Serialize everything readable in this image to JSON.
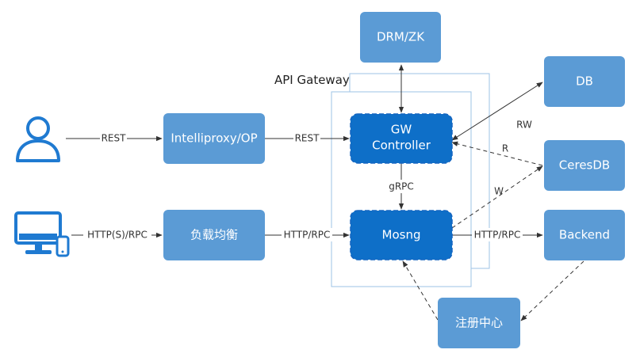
{
  "gateway": {
    "title": "API Gateway"
  },
  "nodes": {
    "drm": "DRM/ZK",
    "db": "DB",
    "intelliproxy": "Intelliproxy/OP",
    "gw_controller_line1": "GW",
    "gw_controller_line2": "Controller",
    "ceresdb": "CeresDB",
    "load_balancer": "负载均衡",
    "mosng": "Mosng",
    "backend": "Backend",
    "registry": "注册中心"
  },
  "edges": {
    "user_to_proxy": "REST",
    "proxy_to_gw": "REST",
    "client_to_lb": "HTTP(S)/RPC",
    "lb_to_mosng": "HTTP/RPC",
    "gw_to_mosng": "gRPC",
    "mosng_to_backend": "HTTP/RPC",
    "db_rw": "RW",
    "ceres_r": "R",
    "ceres_w": "W"
  },
  "colors": {
    "node_light": "#5b9bd5",
    "node_dark": "#0e6fc8",
    "icon": "#1f7ad1",
    "arrow": "#333333",
    "gateway_border": "#9dc3e6"
  },
  "icons": {
    "user": "person-icon",
    "client": "desktop-mobile-icon"
  }
}
